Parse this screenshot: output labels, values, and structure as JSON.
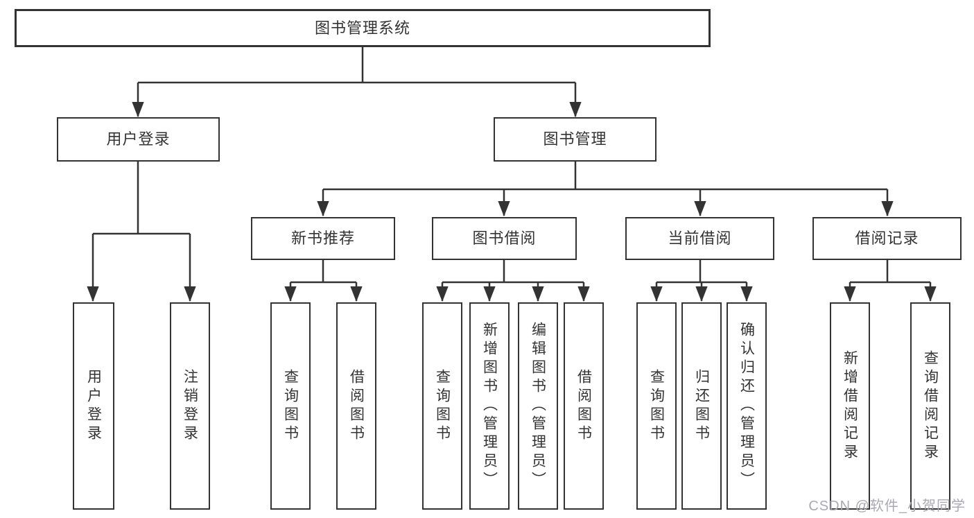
{
  "diagram": {
    "root": {
      "label": "图书管理系统",
      "children": [
        {
          "label": "用户登录",
          "children": [
            {
              "label": "用户登录"
            },
            {
              "label": "注销登录"
            }
          ]
        },
        {
          "label": "图书管理",
          "children": [
            {
              "label": "新书推荐",
              "children": [
                {
                  "label": "查询图书"
                },
                {
                  "label": "借阅图书"
                }
              ]
            },
            {
              "label": "图书借阅",
              "children": [
                {
                  "label": "查询图书"
                },
                {
                  "label": "新增图书（管理员）"
                },
                {
                  "label": "编辑图书（管理员）"
                },
                {
                  "label": "借阅图书"
                }
              ]
            },
            {
              "label": "当前借阅",
              "children": [
                {
                  "label": "查询图书"
                },
                {
                  "label": "归还图书"
                },
                {
                  "label": "确认归还（管理员）"
                }
              ]
            },
            {
              "label": "借阅记录",
              "children": [
                {
                  "label": "新增借阅记录"
                },
                {
                  "label": "查询借阅记录"
                }
              ]
            }
          ]
        }
      ]
    }
  },
  "watermark": {
    "text": "CSDN @软件_小贺同学"
  },
  "colors": {
    "line": "#333333",
    "text": "#333333",
    "box_background": "#ffffff",
    "page_background": "#ffffff",
    "watermark": "#a9a9b1"
  }
}
